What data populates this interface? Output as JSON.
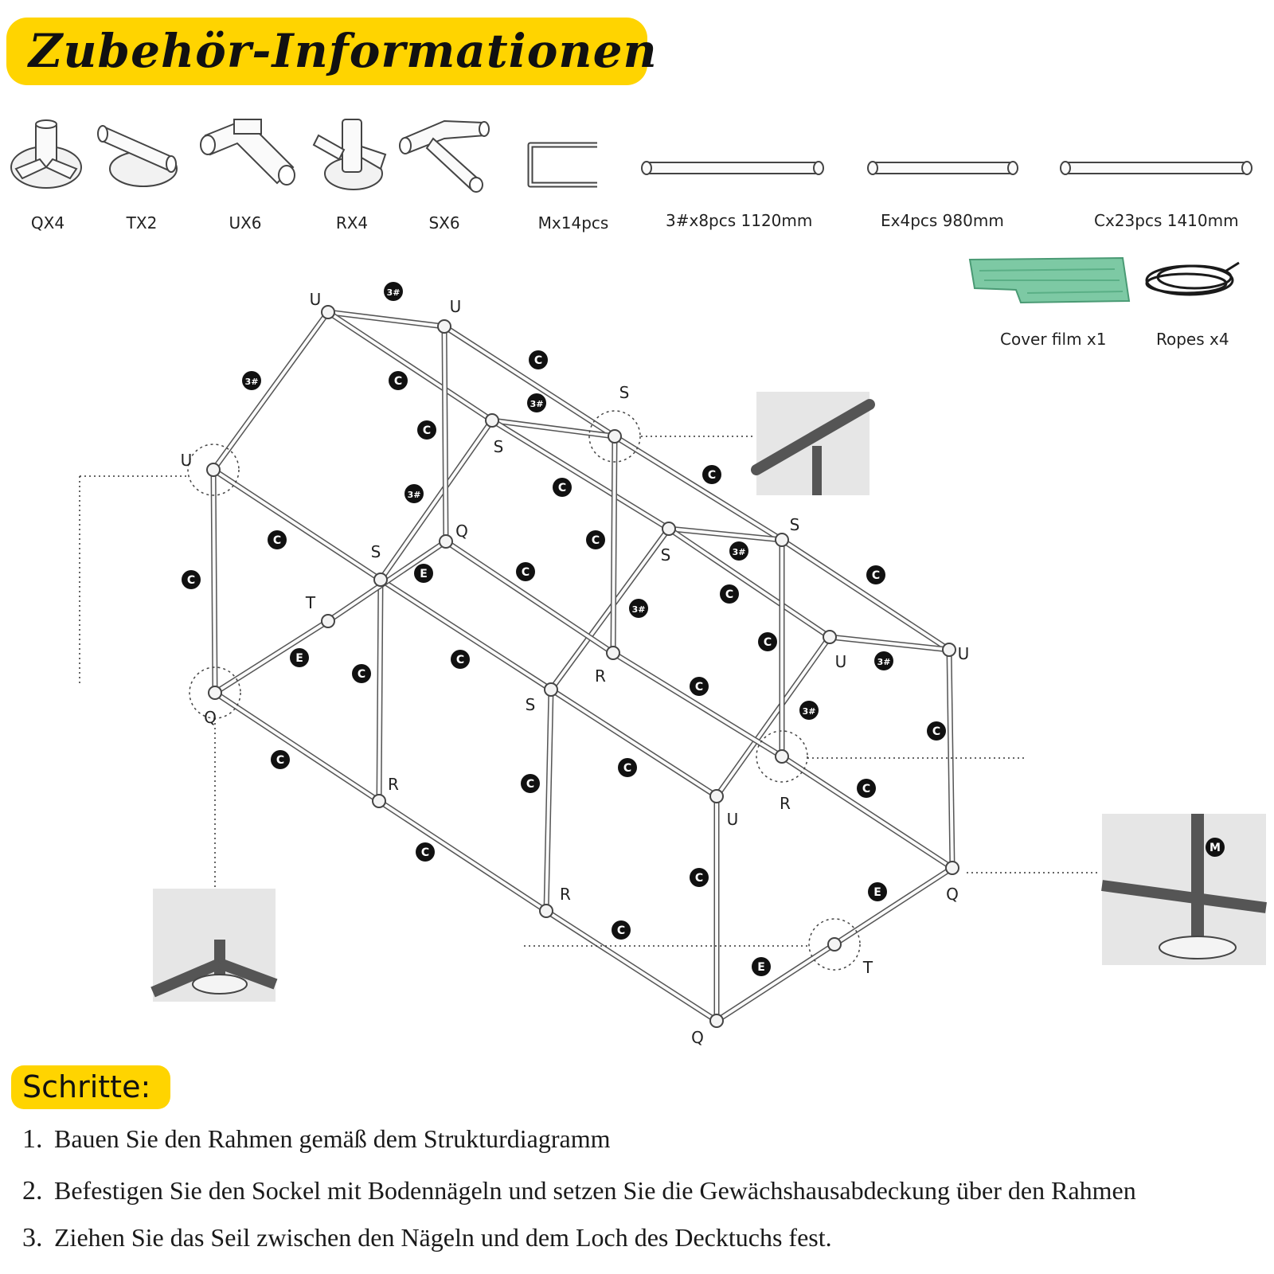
{
  "title": "Zubehör-Informationen",
  "parts": [
    {
      "label": "QX4",
      "icon": "q-connector-icon"
    },
    {
      "label": "TX2",
      "icon": "t-connector-icon"
    },
    {
      "label": "UX6",
      "icon": "u-connector-icon"
    },
    {
      "label": "RX4",
      "icon": "r-connector-icon"
    },
    {
      "label": "SX6",
      "icon": "s-connector-icon"
    },
    {
      "label": "Mx14pcs",
      "icon": "ground-nail-icon"
    }
  ],
  "poles": [
    {
      "label": "3#x8pcs   1120mm"
    },
    {
      "label": "Ex4pcs   980mm"
    },
    {
      "label": "Cx23pcs   1410mm"
    }
  ],
  "extras": [
    {
      "label": "Cover film x1",
      "icon": "cover-film-icon",
      "color": "#7dc9a4"
    },
    {
      "label": "Ropes x4",
      "icon": "ropes-icon",
      "color": "#1a1a1a"
    }
  ],
  "diagram_labels": {
    "U": "U",
    "S": "S",
    "Q": "Q",
    "R": "R",
    "T": "T",
    "C": "C",
    "E": "E",
    "three": "3#",
    "M": "M"
  },
  "steps_title": "Schritte:",
  "steps": [
    {
      "num": "1.",
      "text": "Bauen Sie den Rahmen gemäß dem Strukturdiagramm"
    },
    {
      "num": "2.",
      "text": "Befestigen Sie den Sockel mit Bodennägeln und setzen Sie die Gewächshausabdeckung über den Rahmen"
    },
    {
      "num": "3.",
      "text": "Ziehen Sie das Seil zwischen den Nägeln und dem Loch des Decktuchs fest."
    }
  ],
  "colors": {
    "accent": "#ffd400",
    "inset": "#e6e6e6"
  }
}
